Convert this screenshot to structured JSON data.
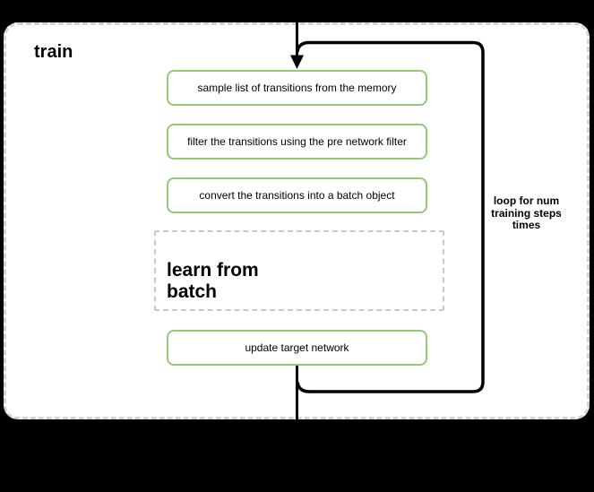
{
  "diagram": {
    "title": "train",
    "steps": [
      {
        "label": "sample list of transitions from the memory"
      },
      {
        "label": "filter the transitions using the pre network filter"
      },
      {
        "label": "convert the transitions into a batch object"
      }
    ],
    "subprocess": {
      "label": "learn from\nbatch"
    },
    "final_step": {
      "label": "update target network"
    },
    "loop_annotation": {
      "label": "loop for num\ntraining steps\ntimes"
    },
    "colors": {
      "background": "#000000",
      "container_fill": "#ffffff",
      "container_border": "#d4d4d4",
      "step_border": "#93c97a",
      "subprocess_border": "#c9c9c9",
      "flow_stroke": "#000000",
      "text": "#000000"
    }
  }
}
